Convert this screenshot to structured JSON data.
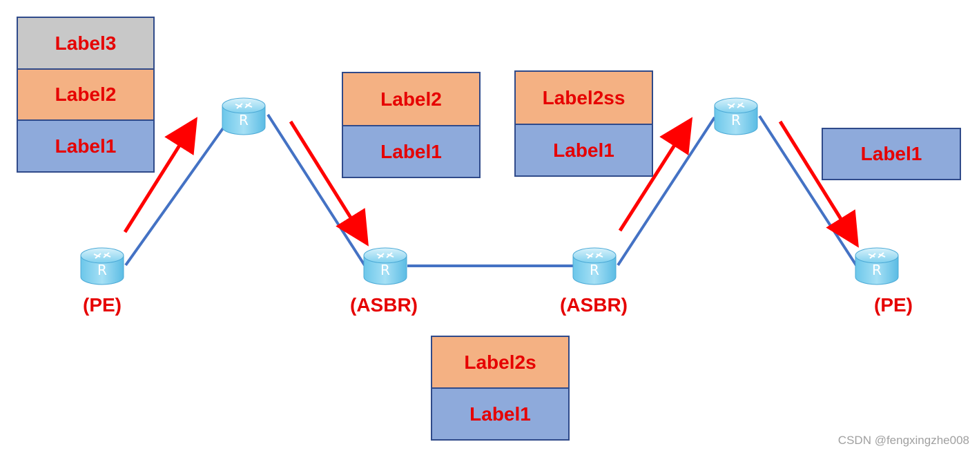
{
  "stacks": {
    "s1": [
      "Label3",
      "Label2",
      "Label1"
    ],
    "s2": [
      "Label2",
      "Label1"
    ],
    "s3": [
      "Label2ss",
      "Label1"
    ],
    "s4": [
      "Label1"
    ],
    "s5": [
      "Label2s",
      "Label1"
    ]
  },
  "roles": {
    "pe_left": "(PE)",
    "asbr_left": "(ASBR)",
    "asbr_right": "(ASBR)",
    "pe_right": "(PE)"
  },
  "router_glyph": "R",
  "icons": {
    "router": "router-icon",
    "arrow": "arrow-icon"
  },
  "colors": {
    "label_text": "#e60000",
    "label_top": "#c8c8c8",
    "label_mid": "#f4b183",
    "label_base": "#8eaadb",
    "link": "#4472c4",
    "arrow": "#ff0000"
  },
  "watermark": "CSDN @fengxingzhe008"
}
